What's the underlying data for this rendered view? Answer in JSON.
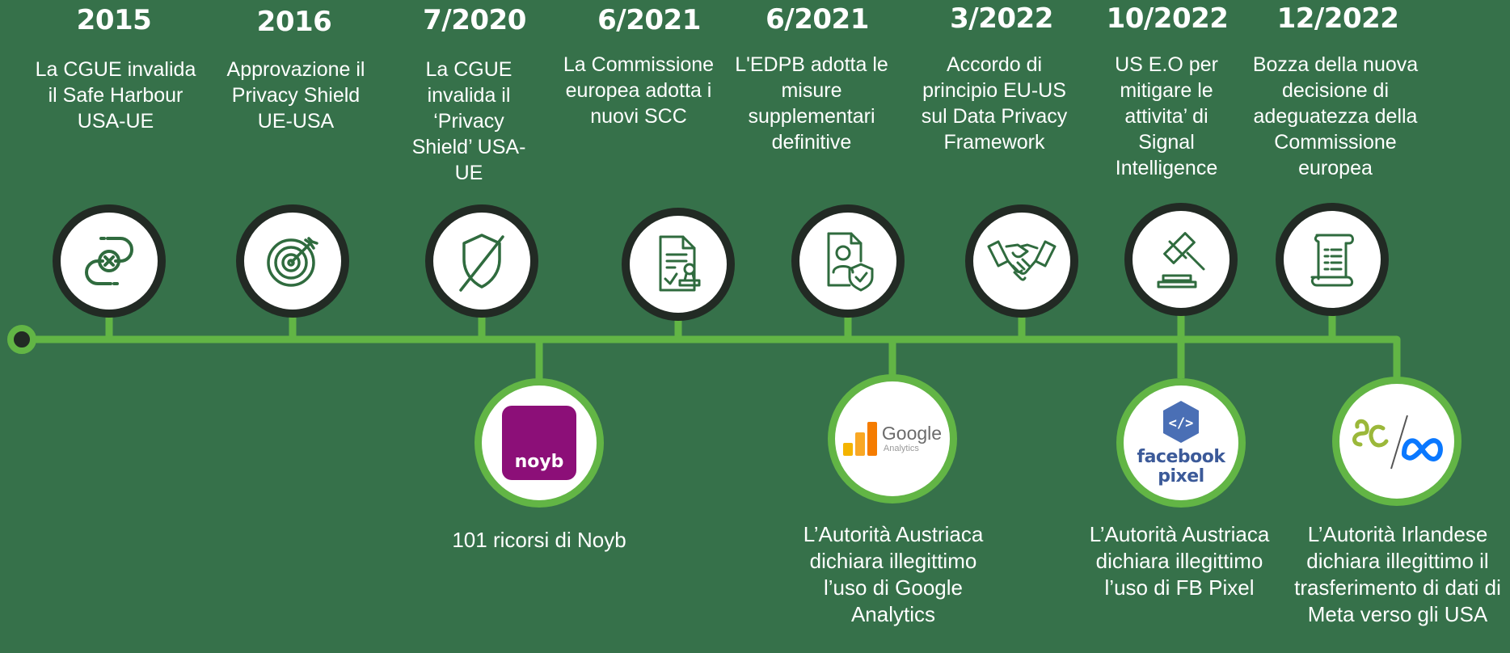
{
  "colors": {
    "background": "#36714a",
    "timeline": "#62b545",
    "icon_ring": "#222a24",
    "icon_stroke": "#2f6b3e",
    "noyb": "#8c0f78",
    "facebook": "#3c5a99",
    "meta": "#0a78ff"
  },
  "top_events": [
    {
      "date": "2015",
      "text": "La CGUE invalida il Safe Harbour USA-UE",
      "icon": "broken-link-icon"
    },
    {
      "date": "2016",
      "text": "Approvazione il Privacy Shield UE-USA",
      "icon": "target-icon"
    },
    {
      "date": "7/2020",
      "text": "La CGUE invalida il ‘Privacy Shield’ USA-UE",
      "icon": "crossed-shield-icon"
    },
    {
      "date": "6/2021",
      "text": "La Commissione europea adotta i nuovi SCC",
      "icon": "stamped-document-icon"
    },
    {
      "date": "6/2021",
      "text": "L'EDPB adotta le misure supplementari definitive",
      "icon": "protected-profile-document-icon"
    },
    {
      "date": "3/2022",
      "text": "Accordo di principio EU-US sul Data Privacy Framework",
      "icon": "handshake-icon"
    },
    {
      "date": "10/2022",
      "text": "US E.O per mitigare le attivita’ di Signal Intelligence",
      "icon": "gavel-icon"
    },
    {
      "date": "12/2022",
      "text": "Bozza della nuova decisione di adeguatezza della Commissione europea",
      "icon": "scroll-icon"
    }
  ],
  "bottom_events": [
    {
      "text": "101 ricorsi di Noyb",
      "logo": "noyb-logo",
      "logo_text": "noyb"
    },
    {
      "text": "L’Autorità Austriaca dichiara illegittimo l’uso di Google Analytics",
      "logo": "google-analytics-logo",
      "logo_text": "Google",
      "logo_subtext": "Analytics"
    },
    {
      "text": "L’Autorità Austriaca dichiara illegittimo l’uso di FB Pixel",
      "logo": "facebook-pixel-logo",
      "logo_text": "facebook",
      "logo_subtext": "pixel"
    },
    {
      "text": "L’Autorità Irlandese dichiara illegittimo il trasferimento di dati di Meta verso gli USA",
      "logo": "meta-logo"
    }
  ]
}
